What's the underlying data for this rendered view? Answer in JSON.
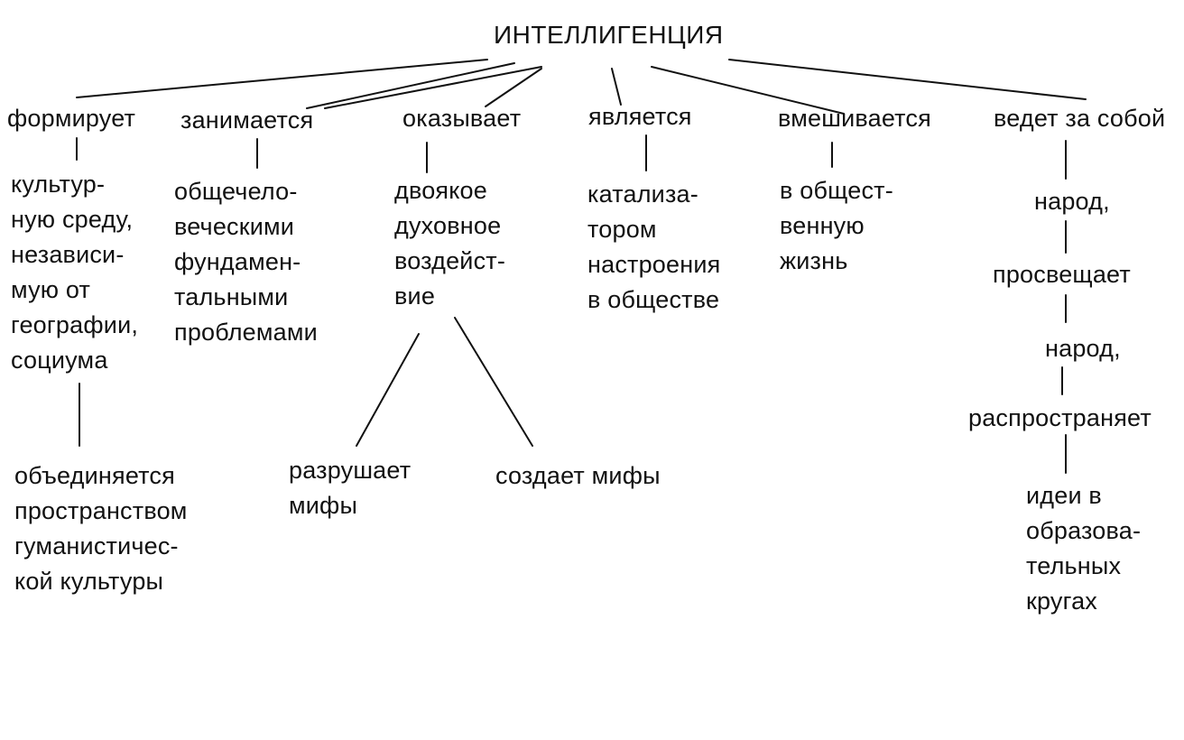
{
  "colors": {
    "line": "#111111",
    "text": "#111111",
    "background": "#ffffff"
  },
  "diagram": {
    "root": "ИНТЕЛЛИГЕНЦИЯ",
    "branches": [
      {
        "verb": "формирует",
        "object": [
          "культур-",
          "ную среду,",
          "независи-",
          "мую от",
          "географии,",
          "социума"
        ],
        "next": [
          "объединяется",
          "пространством",
          "гуманистичес-",
          "кой культуры"
        ]
      },
      {
        "verb": "занимается",
        "object": [
          "общечело-",
          "веческими",
          "фундамен-",
          "тальными",
          "проблемами"
        ]
      },
      {
        "verb": "оказывает",
        "object": [
          "двоякое",
          "духовное",
          "воздейст-",
          "вие"
        ],
        "children": [
          [
            "разрушает",
            "мифы"
          ],
          [
            "создает мифы"
          ]
        ]
      },
      {
        "verb": "является",
        "object": [
          "катализа-",
          "тором",
          "настроения",
          "в обществе"
        ]
      },
      {
        "verb": "вмешивается",
        "object": [
          "в общест-",
          "венную",
          "жизнь"
        ]
      },
      {
        "verb": "ведет за собой",
        "chain": [
          "народ,",
          "просвещает",
          "народ,",
          "распространяет"
        ],
        "last": [
          "идеи в",
          "образова-",
          "тельных",
          "кругах"
        ]
      }
    ]
  }
}
